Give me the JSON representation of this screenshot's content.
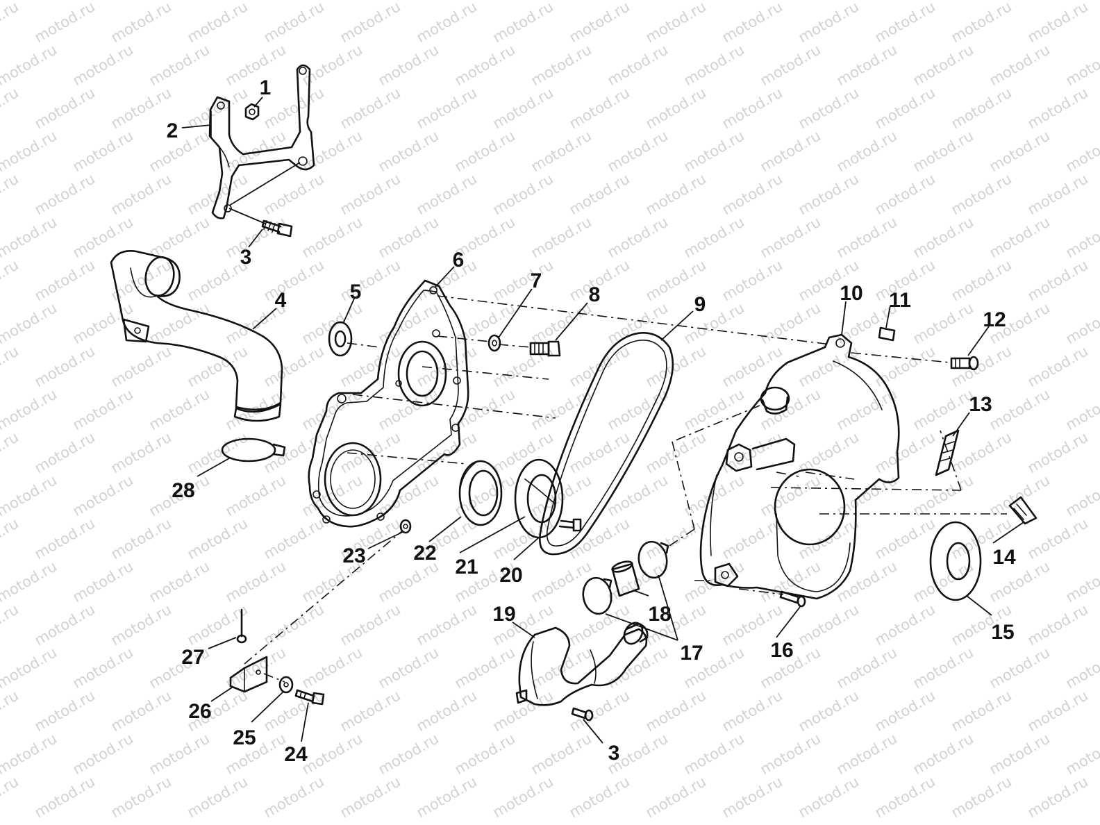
{
  "watermark": "motod.ru",
  "callouts": {
    "c1": "1",
    "c2": "2",
    "c3a": "3",
    "c3b": "3",
    "c4": "4",
    "c5": "5",
    "c6": "6",
    "c7": "7",
    "c8": "8",
    "c9": "9",
    "c10": "10",
    "c11": "11",
    "c12": "12",
    "c13": "13",
    "c14": "14",
    "c15": "15",
    "c16": "16",
    "c17": "17",
    "c18": "18",
    "c19": "19",
    "c20": "20",
    "c21": "21",
    "c22": "22",
    "c23": "23",
    "c24": "24",
    "c25": "25",
    "c26": "26",
    "c27": "27",
    "c28": "28"
  }
}
